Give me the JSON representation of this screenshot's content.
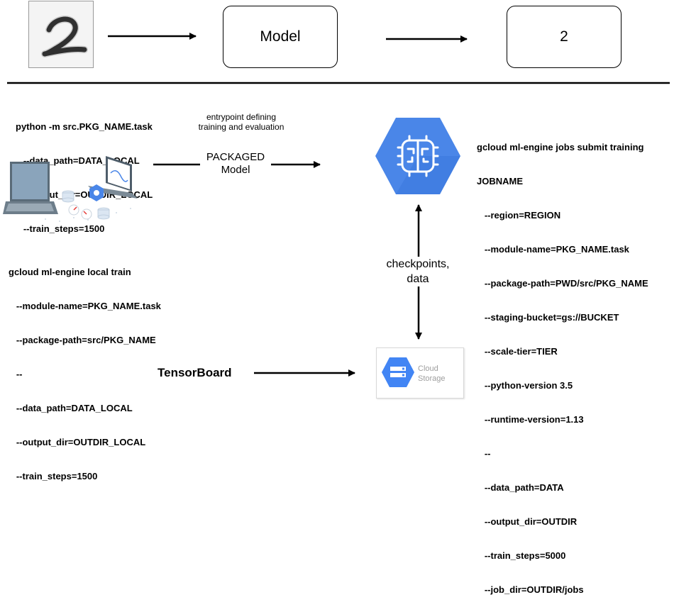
{
  "top": {
    "model_label": "Model",
    "output_label": "2"
  },
  "local_run": {
    "lines": [
      "python -m src.PKG_NAME.task",
      "   --data_path=DATA_LOCAL",
      "   --output_dir=OUTDIR_LOCAL",
      "   --train_steps=1500"
    ]
  },
  "local_train": {
    "lines": [
      "gcloud ml-engine local train",
      "   --module-name=PKG_NAME.task",
      "   --package-path=src/PKG_NAME",
      "   --",
      "   --data_path=DATA_LOCAL",
      "   --output_dir=OUTDIR_LOCAL",
      "   --train_steps=1500"
    ]
  },
  "cloud_submit": {
    "lines": [
      "gcloud ml-engine jobs submit training",
      "JOBNAME",
      "   --region=REGION",
      "   --module-name=PKG_NAME.task",
      "   --package-path=PWD/src/PKG_NAME",
      "   --staging-bucket=gs://BUCKET",
      "   --scale-tier=TIER",
      "   --python-version 3.5",
      "   --runtime-version=1.13",
      "   --",
      "   --data_path=DATA",
      "   --output_dir=OUTDIR",
      "   --train_steps=5000",
      "   --job_dir=OUTDIR/jobs"
    ]
  },
  "entrypoint": {
    "line1": "entrypoint defining",
    "line2": "training and evaluation"
  },
  "packaged": {
    "line1": "PACKAGED",
    "line2": "Model"
  },
  "checkpoints": {
    "line1": "checkpoints,",
    "line2": "data"
  },
  "tensorboard_label": "TensorBoard",
  "cloud_storage": {
    "line1": "Cloud",
    "line2": "Storage"
  },
  "icons": {
    "ml_engine": "brain-chip-icon",
    "storage": "storage-icon",
    "digit": "handwritten-digit-icon",
    "laptop": "laptop-icon"
  },
  "colors": {
    "ml_engine_blue": "#4a86e8",
    "ml_engine_shadow": "#2f6bd1",
    "storage_blue": "#4285f4"
  }
}
